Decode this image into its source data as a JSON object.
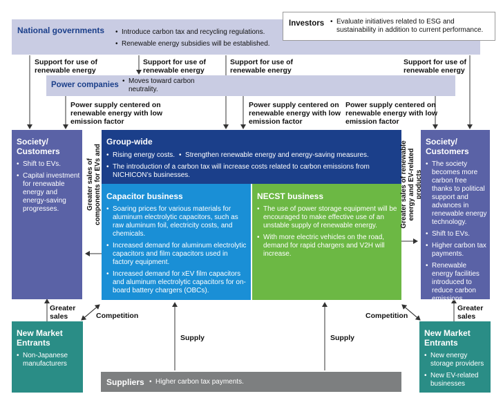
{
  "investors": {
    "title": "Investors",
    "items": [
      "Evaluate initiatives related to ESG and sustainability in addition to current performance."
    ]
  },
  "national_governments": {
    "title": "National governments",
    "items": [
      "Introduce carbon tax and recycling regulations.",
      "Renewable energy subsidies will be established."
    ]
  },
  "power_companies": {
    "title": "Power companies",
    "items": [
      "Moves toward carbon neutrality."
    ]
  },
  "support_label": "Support for use of renewable energy",
  "power_supply_label": "Power supply centered on renewable energy with low emission factor",
  "society_left": {
    "title": "Society/ Customers",
    "items": [
      "Shift to EVs.",
      "Capital investment for renewable energy and energy-saving progresses."
    ]
  },
  "society_right": {
    "title": "Society/ Customers",
    "items": [
      "The society becomes more carbon free thanks to political support and advances in renewable energy technology.",
      "Shift to EVs.",
      "Higher carbon tax payments.",
      "Renewable energy facilities introduced to reduce carbon emissions."
    ]
  },
  "left_vertical_label": "Greater sales of components for EVs and equipment",
  "right_vertical_label": "Greater sales of renewable energy and EV-related products",
  "group_wide": {
    "title": "Group-wide",
    "items": [
      "Rising energy costs.",
      "Strengthen renewable energy and energy-saving measures.",
      "The introduction of a carbon tax will increase costs related to carbon emissions from NICHICON’s businesses."
    ]
  },
  "capacitor": {
    "title": "Capacitor business",
    "items": [
      "Soaring prices for various materials for aluminum electrolytic capacitors, such as raw aluminum foil, electricity costs, and chemicals.",
      "Increased demand for aluminum electrolytic capacitors and film capacitors used in factory equipment.",
      "Increased demand for xEV film capacitors and aluminum electrolytic capacitors for on-board battery chargers (OBCs)."
    ]
  },
  "necst": {
    "title": "NECST business",
    "items": [
      "The use of power storage equipment will be encouraged to make effective use of an unstable supply of renewable energy.",
      "With more electric vehicles on the road, demand for rapid chargers and V2H will increase."
    ]
  },
  "greater_sales_label": "Greater sales",
  "competition_label": "Competition",
  "supply_label": "Supply",
  "new_entrants_left": {
    "title": "New Market Entrants",
    "items": [
      "Non-Japanese manufacturers"
    ]
  },
  "new_entrants_right": {
    "title": "New Market Entrants",
    "items": [
      "New energy storage providers",
      "New EV-related businesses"
    ]
  },
  "suppliers": {
    "title": "Suppliers",
    "items": [
      "Higher carbon tax payments."
    ]
  },
  "colors": {
    "light_box": "#c9cce3",
    "society": "#5a62a6",
    "group_wide": "#1b3f8a",
    "capacitor": "#1a8fd6",
    "necst": "#6cb844",
    "new_entrants": "#2a8d86",
    "suppliers": "#7d7f80"
  }
}
